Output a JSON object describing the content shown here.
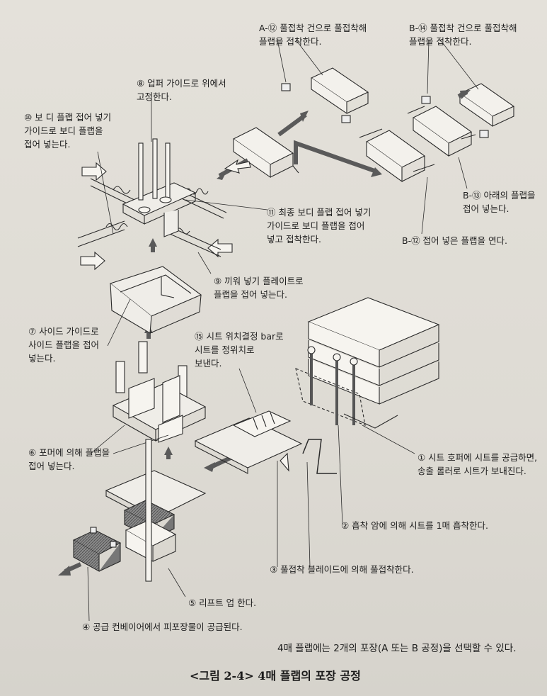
{
  "labels": {
    "a12": "A-⑫ 풀접착 건으로 풀접착해\n플랩을 접착한다.",
    "b14": "B-⑭ 풀접착 건으로 풀접착해\n플랩을 접착한다.",
    "s8": "⑧ 업퍼 가이드로 위에서\n고정한다.",
    "s10": "⑩ 보 디 플랩 접어 넣기\n가이드로 보디 플랩을\n접어 넣는다.",
    "s11": "⑪ 최종 보디 플랩 접어 넣기\n가이드로 보디 플랩을 접어\n넣고 접착한다.",
    "b13": "B-⑬ 아래의 플랩을\n접어 넣는다.",
    "b12": "B-⑫ 접어 넣은 플랩을 연다.",
    "s9": "⑨ 끼워 넣기 플레이트로\n플랩을 접어 넣는다.",
    "s7": "⑦ 사이드 가이드로\n사이드 플랩을 접어\n넣는다.",
    "s15": "⑮ 시트 위치결정 bar로\n시트를 정위치로\n보낸다.",
    "s6": "⑥ 포머에 의해 플랩을\n접어 넣는다.",
    "s1": "① 시트 호퍼에 시트를 공급하면,\n송출 롤러로 시트가 보내진다.",
    "s2": "② 흡착 암에 의해 시트를 1매 흡착한다.",
    "s3": "③ 풀접착 블레이드에 의해 풀접착한다.",
    "s5": "⑤ 리프트 업 한다.",
    "s4": "④ 공급 컨베이어에서 피포장물이 공급된다."
  },
  "note": "4매 플랩에는 2개의 포장(A 또는 B 공정)을 선택할 수 있다.",
  "caption": "<그림 2-4> 4매 플랩의 포장 공정",
  "colors": {
    "ink": "#1e1e1e",
    "arrow": "#5a5a5a",
    "hatch": "#6e6e6e"
  }
}
